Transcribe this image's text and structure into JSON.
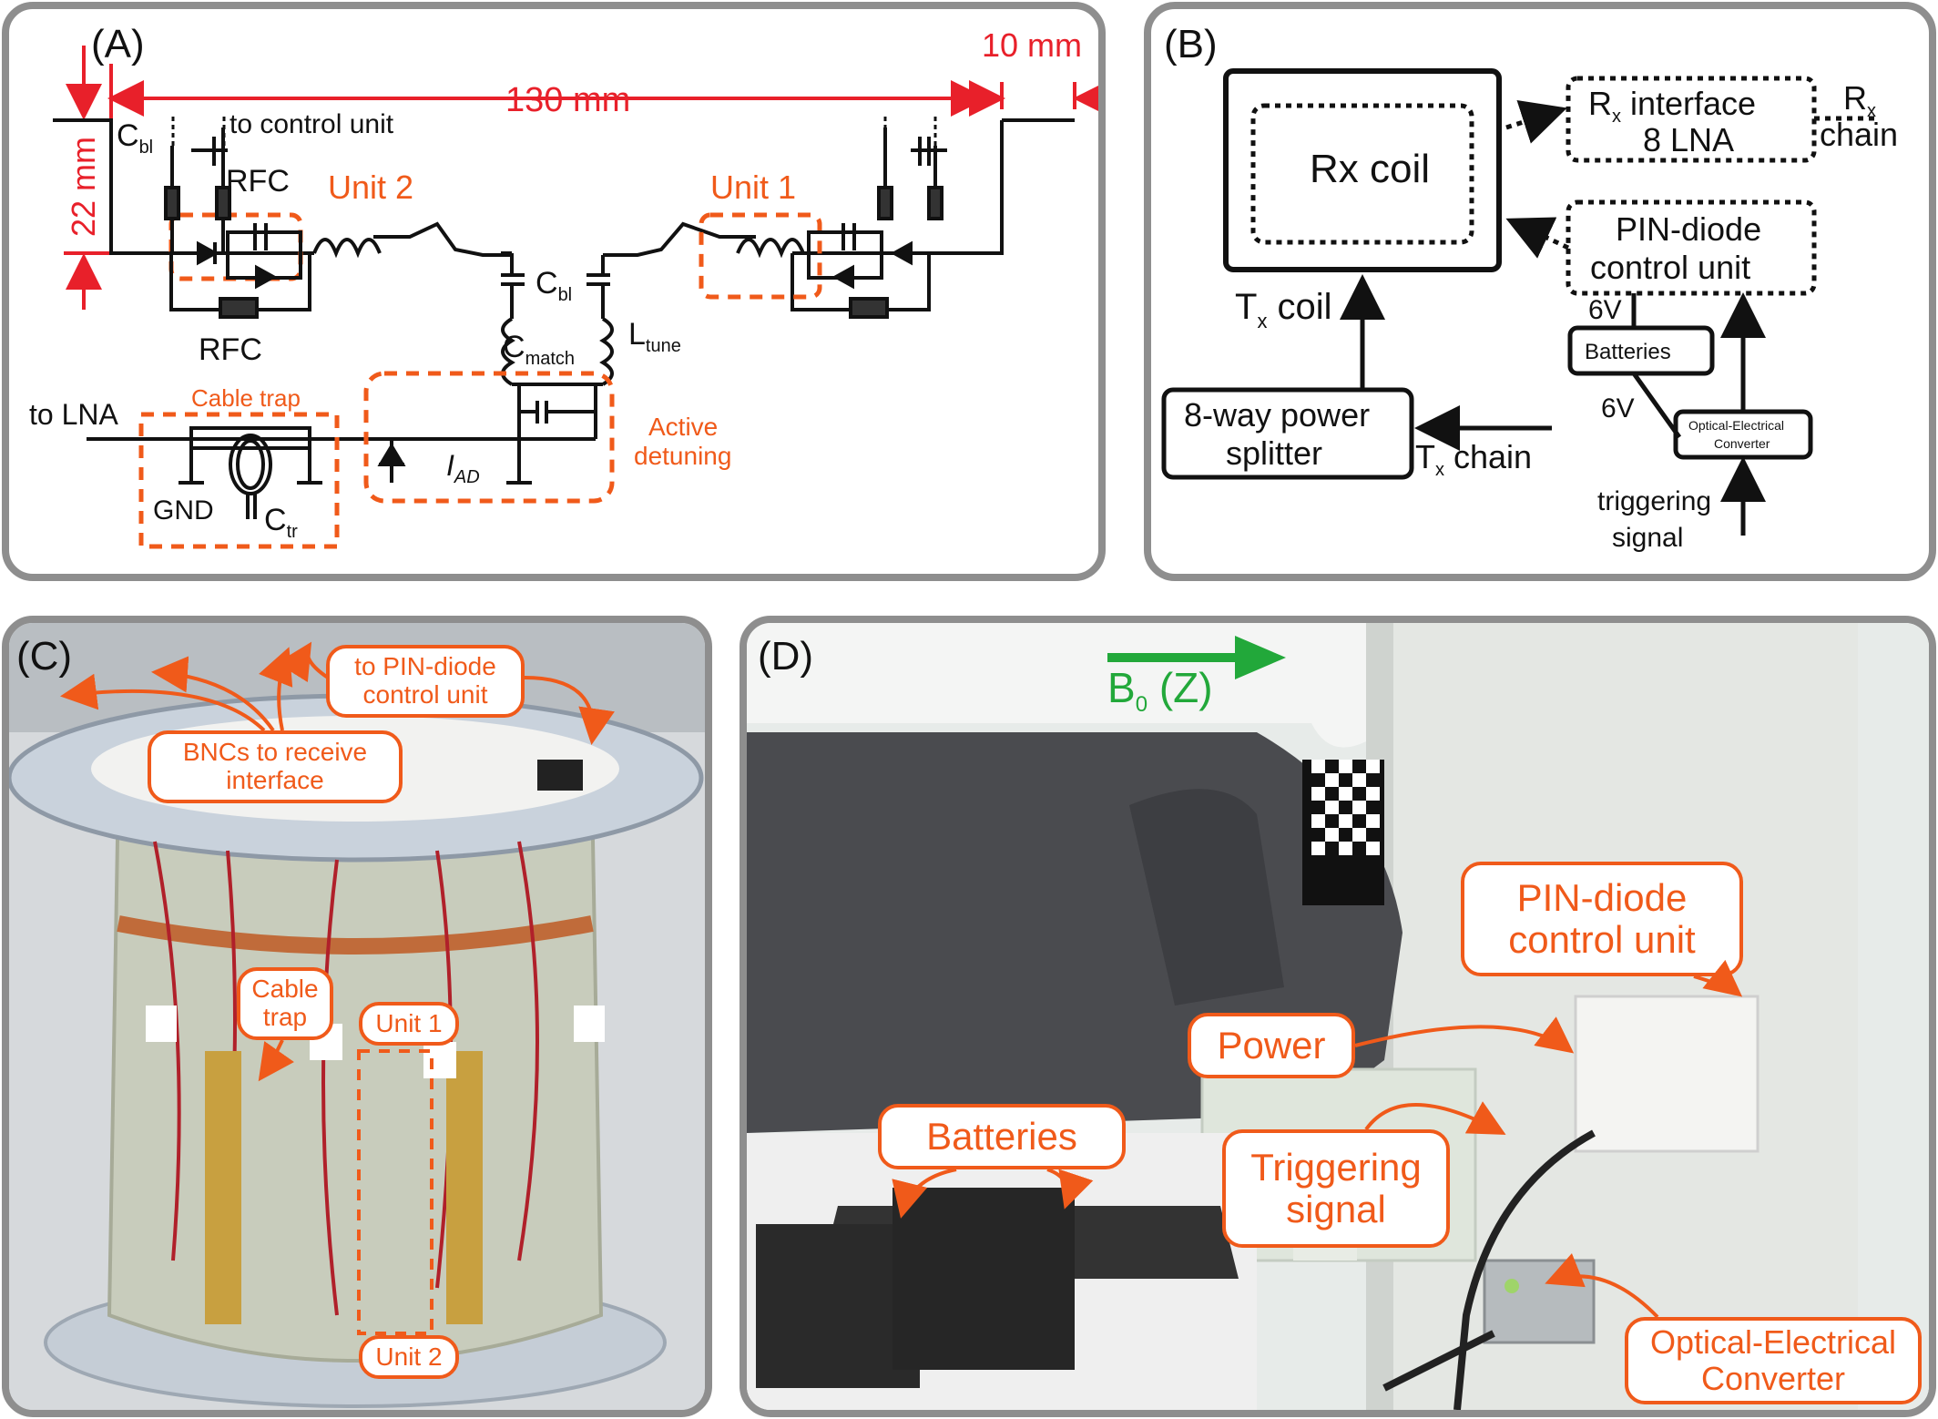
{
  "panels": {
    "a": {
      "label": "(A)",
      "dims": {
        "width": "130 mm",
        "gap": "10 mm",
        "height": "22 mm"
      },
      "texts": {
        "to_control_unit": "to control unit",
        "rfc_top": "RFC",
        "rfc_bottom": "RFC",
        "unit2": "Unit 2",
        "unit1": "Unit 1",
        "to_lna": "to LNA",
        "cable_trap": "Cable trap",
        "gnd": "GND",
        "active_detuning_1": "Active",
        "active_detuning_2": "detuning",
        "c_main": "C",
        "c_bl_sub": "bl",
        "c_match_sub": "match",
        "l_main": "L",
        "l_tune_sub": "tune",
        "c_tr_sub": "tr",
        "i_main": "I",
        "i_ad_sub": "AD"
      }
    },
    "b": {
      "label": "(B)",
      "rx_coil": "Rx coil",
      "tx_coil_main": "T",
      "tx_coil_sub": "x",
      "tx_coil_rest": " coil",
      "rx_interface_main": "R",
      "rx_interface_sub": "x",
      "rx_interface_rest": " interface",
      "lna": "8 LNA",
      "rx_chain_main": "R",
      "rx_chain_sub": "x",
      "rx_chain_rest": "chain",
      "pin_line1": "PIN-diode",
      "pin_line2": "control unit",
      "v1": "6V",
      "v2": "6V",
      "batteries": "Batteries",
      "oe_line1": "Optical-Electrical",
      "oe_line2": "Converter",
      "splitter_line1": "8-way power",
      "splitter_line2": "splitter",
      "tx_chain_main": "T",
      "tx_chain_sub": "x",
      "tx_chain_rest": " chain",
      "trig_line1": "triggering",
      "trig_line2": "signal"
    },
    "c": {
      "label": "(C)",
      "callouts": {
        "to_pin_1": "to PIN-diode",
        "to_pin_2": "control unit",
        "bnc_1": "BNCs to receive",
        "bnc_2": "interface",
        "cable_1": "Cable",
        "cable_2": "trap",
        "unit1": "Unit 1",
        "unit2": "Unit 2"
      }
    },
    "d": {
      "label": "(D)",
      "b0_main": "B",
      "b0_sub": "0",
      "b0_rest": " (Z)",
      "callouts": {
        "pin_1": "PIN-diode",
        "pin_2": "control unit",
        "power": "Power",
        "batteries": "Batteries",
        "trig_1": "Triggering",
        "trig_2": "signal",
        "oe_1": "Optical-Electrical",
        "oe_2": "Converter"
      }
    }
  },
  "colors": {
    "accent": "#f05a1a",
    "dim_red": "#e8202a",
    "b0_green": "#22a83a",
    "panel_border": "#8e8e8e"
  }
}
